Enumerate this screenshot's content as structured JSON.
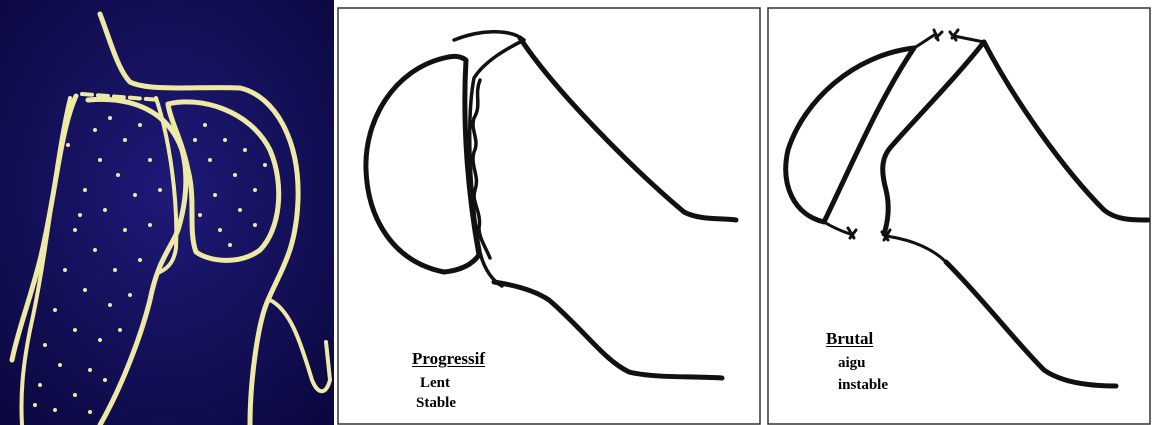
{
  "panels": {
    "progressive": {
      "title": "Progressif",
      "line1": "Lent",
      "line2": "Stable"
    },
    "brutal": {
      "title": "Brutal",
      "line1": "aigu",
      "line2": "instable"
    }
  },
  "colors": {
    "photo_background": "#140f5e",
    "photo_outline": "#efe9a6",
    "drawing_ink": "#111111",
    "frame": "#333333"
  }
}
